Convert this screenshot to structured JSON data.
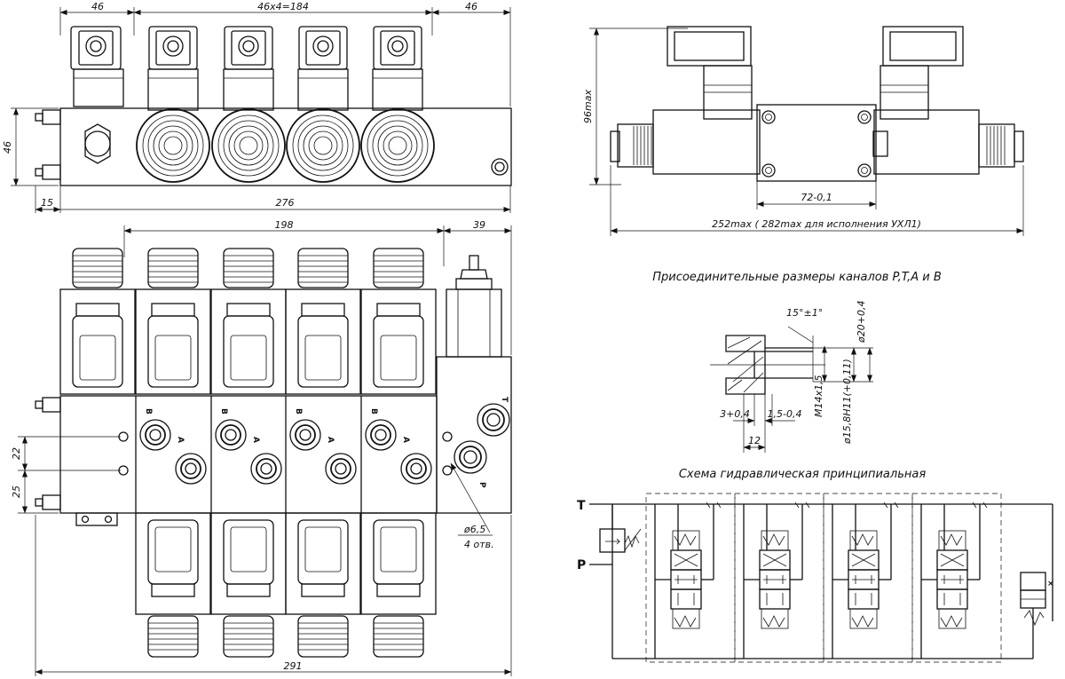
{
  "top_view": {
    "dims": {
      "left": "46",
      "pitch": "46x4=184",
      "right": "46",
      "height": "46",
      "offset": "15",
      "length": "276"
    }
  },
  "front_view": {
    "dims": {
      "main": "198",
      "end": "39",
      "d1": "22",
      "d2": "25",
      "total": "291",
      "hole": "ø6,5",
      "holes": "4 отв."
    },
    "port_labels": {
      "b": "B",
      "a": "A",
      "t": "T",
      "p": "P"
    }
  },
  "side_view": {
    "dims": {
      "height": "96max",
      "pitch": "72-0,1",
      "length": "252max ( 282max для исполнения УХЛ1)"
    }
  },
  "port_detail": {
    "title": "Присоединительные размеры каналов P,T,A и B",
    "dims": {
      "angle": "15°±1°",
      "d20": "ø20+0,4",
      "thread": "M14x1,5",
      "bore": "ø15,8H11(+0,11)",
      "chamfer": "3+0,4",
      "depth": "1,5-0,4",
      "len": "12"
    }
  },
  "schematic": {
    "title": "Схема гидравлическая принципиальная",
    "labels": {
      "t": "T",
      "p": "P"
    }
  }
}
